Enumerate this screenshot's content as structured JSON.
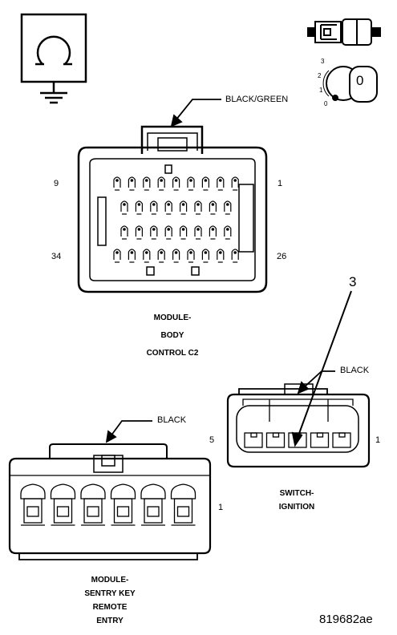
{
  "figure_id": "819682ae",
  "callout_number": "3",
  "body_control_connector": {
    "wire_color": "BLACK/GREEN",
    "title_lines": [
      "MODULE-",
      "BODY",
      "CONTROL C2"
    ],
    "pin_labels": {
      "top_left": "9",
      "top_right": "1",
      "bottom_left": "34",
      "bottom_right": "26"
    }
  },
  "ignition_switch_connector": {
    "wire_color": "BLACK",
    "title_lines": [
      "SWITCH-",
      "IGNITION"
    ],
    "pin_labels": {
      "left": "5",
      "right": "1"
    }
  },
  "sentry_key_connector": {
    "wire_color": "BLACK",
    "title_lines": [
      "MODULE-",
      "SENTRY KEY",
      "REMOTE",
      "ENTRY"
    ],
    "pin_labels": {
      "right": "1"
    }
  },
  "key_icon": {
    "positions": [
      "3",
      "2",
      "1",
      "0"
    ],
    "cylinder_label": "0"
  },
  "icons": [
    "ground-symbol-icon",
    "connector-plug-icon",
    "ignition-key-icon"
  ]
}
